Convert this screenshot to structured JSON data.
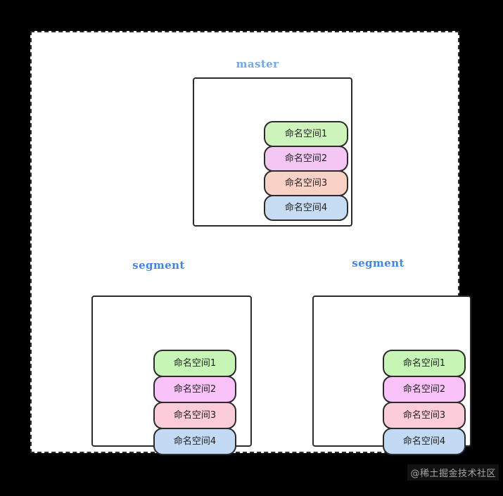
{
  "diagram": {
    "background_color": "#000000",
    "canvas_color": "#ffffff",
    "canvas_border_style": "dashed",
    "canvas_border_color": "#2b2b2b",
    "box_border_color": "#2b2b2b",
    "groups": [
      {
        "id": "master",
        "title": "master",
        "title_color": "#6faae8",
        "namespaces": [
          {
            "label": "命名空间1",
            "color": "#cdf4bb"
          },
          {
            "label": "命名空间2",
            "color": "#f4c6f4"
          },
          {
            "label": "命名空间3",
            "color": "#fad1c6"
          },
          {
            "label": "命名空间4",
            "color": "#c6dcf2"
          }
        ]
      },
      {
        "id": "segment-left",
        "title": "segment",
        "title_color": "#3d85e8",
        "namespaces": [
          {
            "label": "命名空间1",
            "color": "#c6f5b5"
          },
          {
            "label": "命名空间2",
            "color": "#f9c3f9"
          },
          {
            "label": "命名空间3",
            "color": "#fcccd8"
          },
          {
            "label": "命名空间4",
            "color": "#c2daf3"
          }
        ]
      },
      {
        "id": "segment-right",
        "title": "segment",
        "title_color": "#3d85e8",
        "namespaces": [
          {
            "label": "命名空间1",
            "color": "#c6f5b5"
          },
          {
            "label": "命名空间2",
            "color": "#f9c3f9"
          },
          {
            "label": "命名空间3",
            "color": "#fcccd8"
          },
          {
            "label": "命名空间4",
            "color": "#c2daf3"
          }
        ]
      }
    ]
  },
  "watermark": {
    "text": "@稀土掘金技术社区"
  }
}
